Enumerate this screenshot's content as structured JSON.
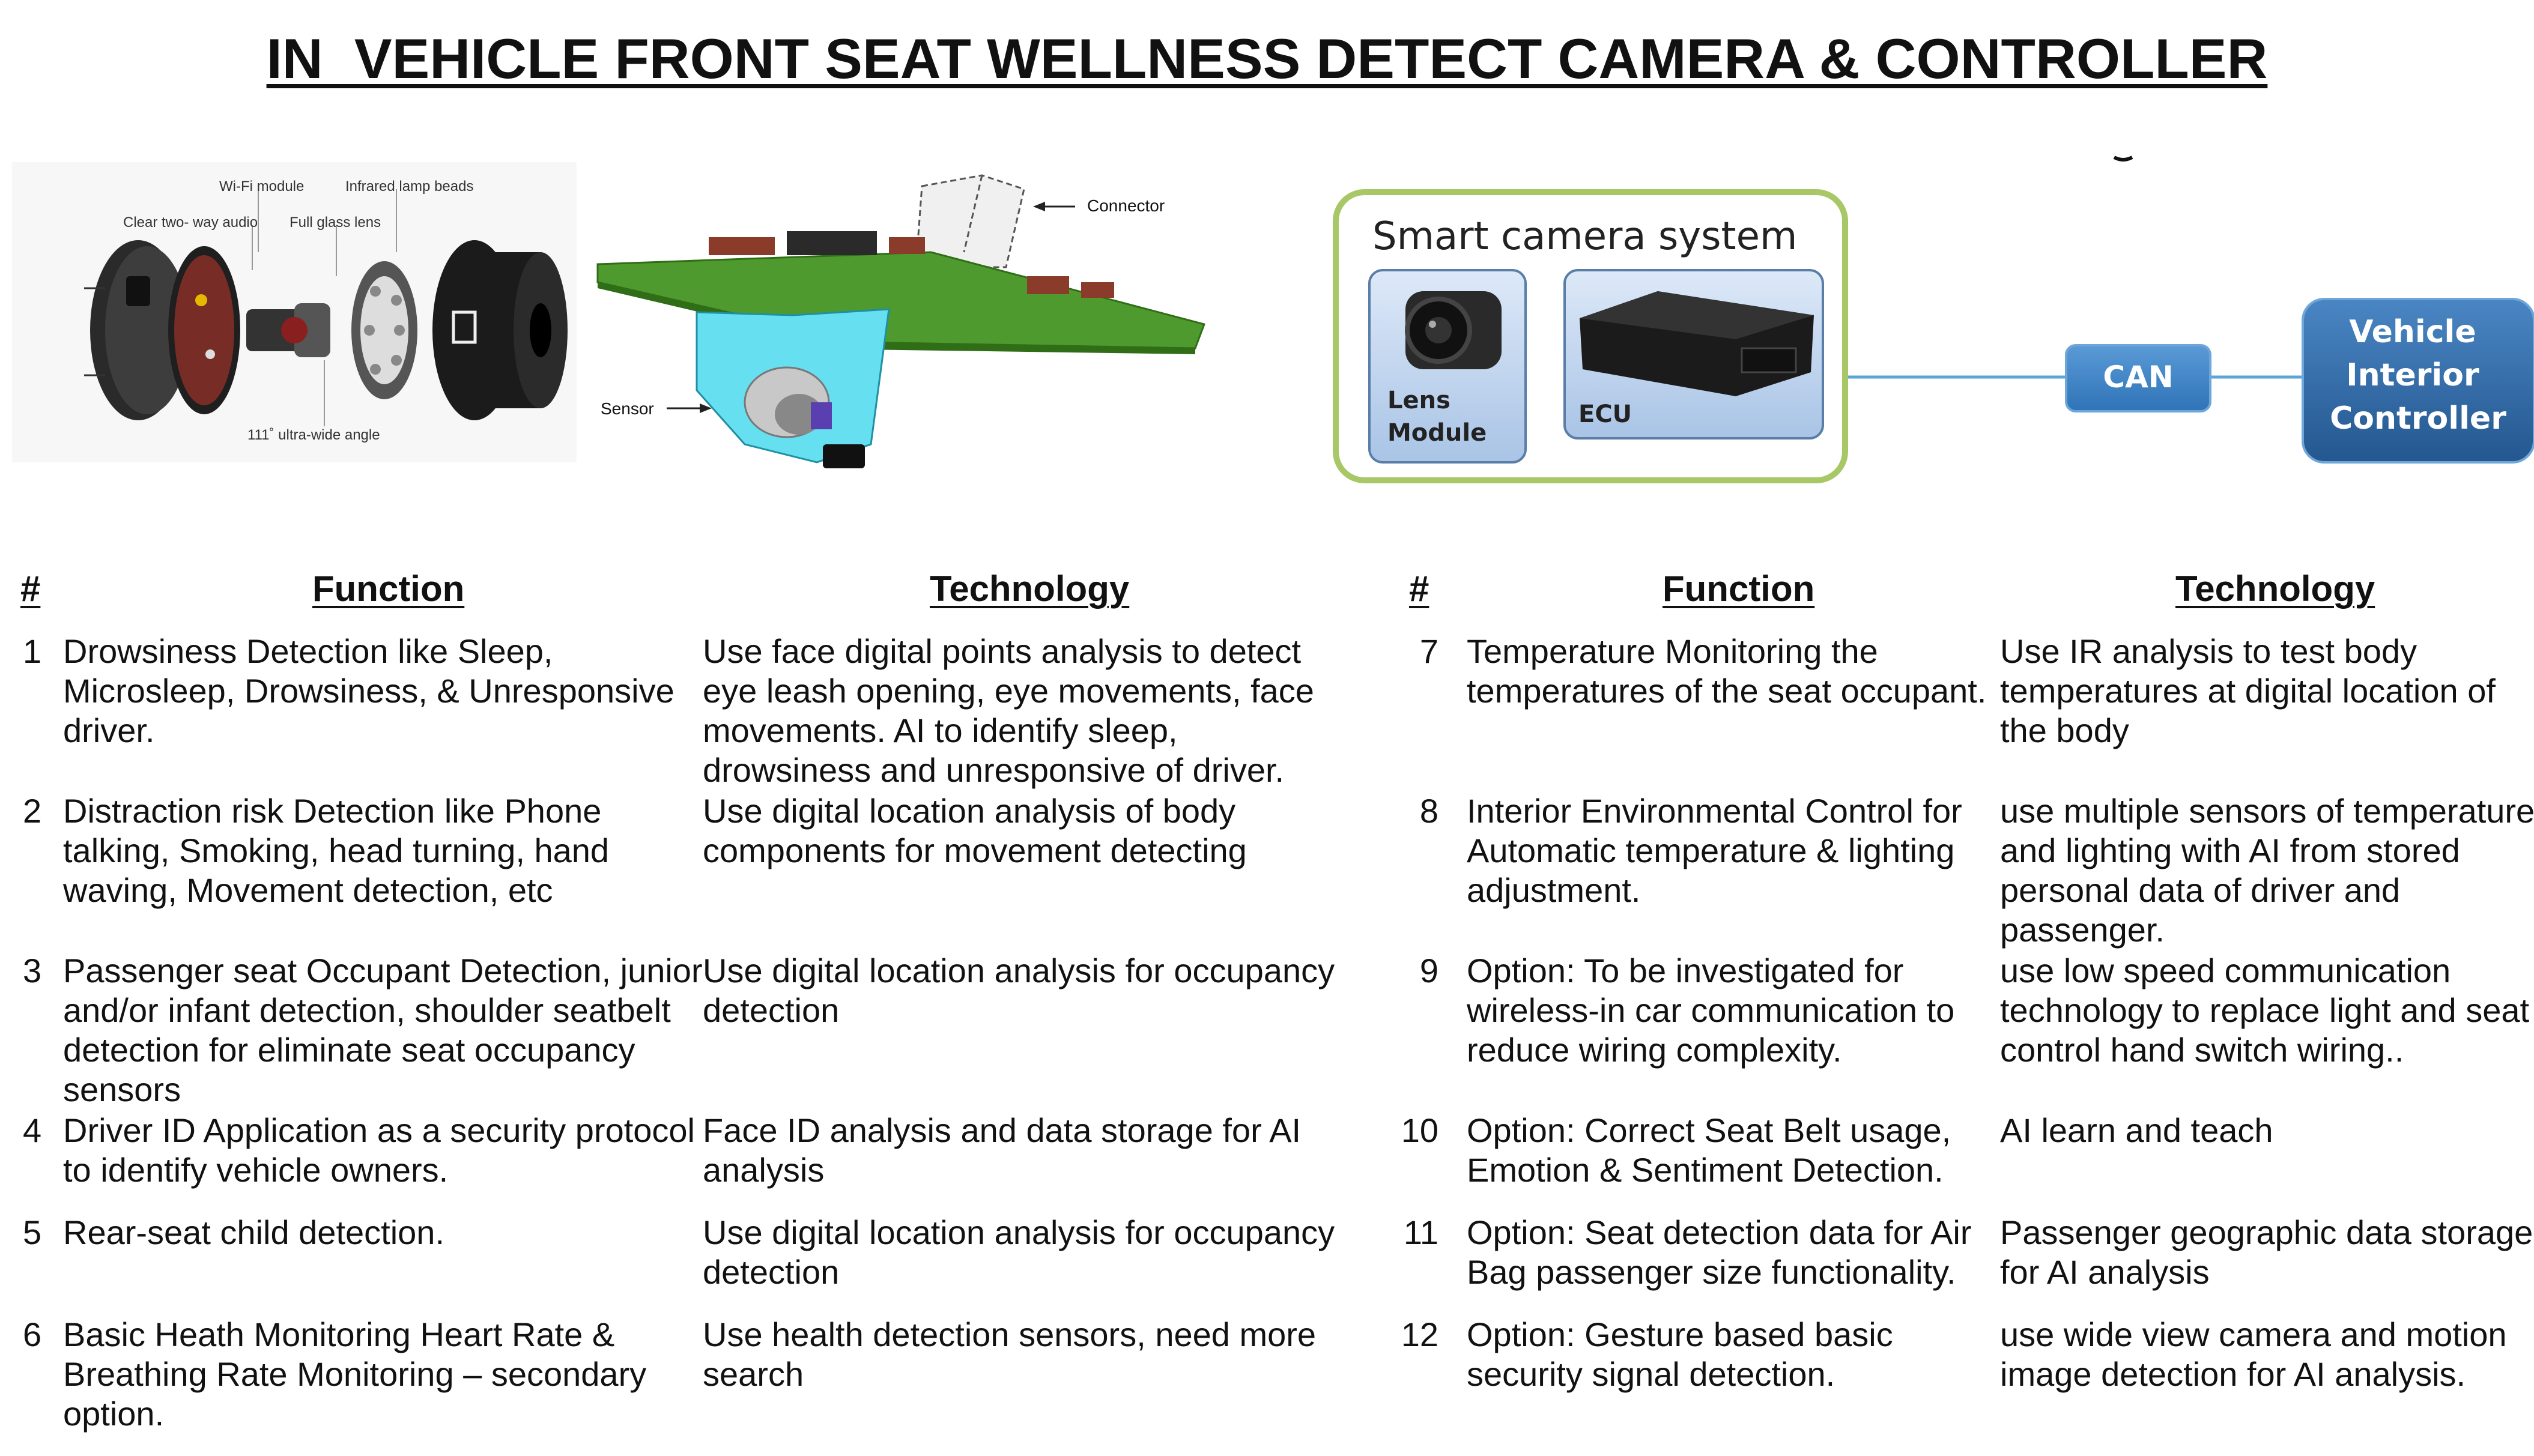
{
  "title": "IN  VEHICLE FRONT SEAT WELLNESS DETECT CAMERA & CONTROLLER",
  "camera_exploded": {
    "labels": {
      "wifi": "Wi-Fi module",
      "ir": "Infrared lamp beads",
      "audio": "Clear two- way audio",
      "lens": "Full glass lens",
      "angle": "111˚ ultra-wide angle"
    }
  },
  "pcb_diagram": {
    "labels": {
      "connector": "Connector",
      "sensor": "Sensor"
    }
  },
  "system_diagram": {
    "title": "Smart camera system",
    "lens_module": "Lens\nModule",
    "ecu": "ECU",
    "can": "CAN",
    "controller": "Vehicle\nInterior\nController",
    "colors": {
      "frame": "#a8c766",
      "box_fill": "#c9dcf4",
      "can": "#3c86c8",
      "controller": "#2e68a6",
      "line": "#5aa6d6"
    }
  },
  "table_left": {
    "headers": {
      "num": "#",
      "function": "Function",
      "technology": "Technology"
    },
    "rows": [
      {
        "num": "1",
        "function": "Drowsiness Detection like Sleep,\nMicrosleep, Drowsiness, & Unresponsive\ndriver.",
        "technology": "Use face digital points analysis to detect\neye leash opening, eye movements, face\nmovements. AI to identify sleep,\ndrowsiness and unresponsive of driver."
      },
      {
        "num": "2",
        "function": "Distraction risk Detection like Phone\ntalking, Smoking, head turning, hand\nwaving, Movement detection, etc",
        "technology": "Use digital location analysis of body\ncomponents for movement detecting"
      },
      {
        "num": "3",
        "function": "Passenger seat Occupant Detection, junior\nand/or infant detection, shoulder seatbelt\ndetection for eliminate seat occupancy\nsensors",
        "technology": "Use digital location analysis for occupancy\ndetection"
      },
      {
        "num": "4",
        "function": "Driver ID Application as a security protocol\nto identify vehicle owners.",
        "technology": "Face ID analysis and data storage for AI\nanalysis"
      },
      {
        "num": "5",
        "function": "Rear-seat child detection.",
        "technology": "Use digital location analysis for occupancy\ndetection"
      },
      {
        "num": "6",
        "function": "Basic Heath Monitoring Heart Rate &\nBreathing Rate Monitoring – secondary\noption.",
        "technology": "Use health detection sensors, need more\nsearch"
      }
    ]
  },
  "table_right": {
    "headers": {
      "num": "#",
      "function": "Function",
      "technology": "Technology"
    },
    "rows": [
      {
        "num": "7",
        "function": "Temperature Monitoring the\ntemperatures of the seat occupant.",
        "technology": "Use IR analysis to test body\ntemperatures at digital location of\nthe body"
      },
      {
        "num": "8",
        "function": "Interior Environmental Control for\nAutomatic temperature & lighting\nadjustment.",
        "technology": "use multiple sensors of temperature\nand lighting with AI from stored\npersonal data of driver and\npassenger."
      },
      {
        "num": "9",
        "function": "Option: To be investigated for\nwireless-in car communication to\nreduce wiring complexity.",
        "technology": "use low speed communication\ntechnology to replace light and seat\ncontrol hand switch wiring.."
      },
      {
        "num": "10",
        "function": "Option: Correct Seat Belt usage,\nEmotion & Sentiment Detection.",
        "technology": "AI learn and teach"
      },
      {
        "num": "11",
        "function": "Option: Seat detection data for Air\nBag passenger size functionality.",
        "technology": "Passenger geographic data storage\nfor AI analysis"
      },
      {
        "num": "12",
        "function": "Option: Gesture based basic\nsecurity signal detection.",
        "technology": "use wide view camera and motion\nimage detection for AI analysis."
      }
    ]
  }
}
